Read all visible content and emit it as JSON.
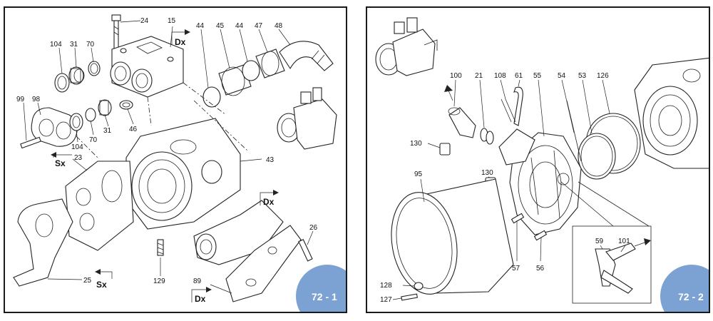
{
  "panels": [
    {
      "id": "72-1",
      "badge": "72 - 1",
      "part_numbers": [
        "24",
        "15",
        "44",
        "45",
        "44",
        "47",
        "48",
        "104",
        "31",
        "70",
        "99",
        "98",
        "104",
        "70",
        "31",
        "46",
        "23",
        "43",
        "26",
        "129",
        "25",
        "89"
      ],
      "direction_labels": [
        "Dx",
        "Sx",
        "Dx",
        "Sx",
        "Dx"
      ]
    },
    {
      "id": "72-2",
      "badge": "72 - 2",
      "part_numbers": [
        "100",
        "21",
        "108",
        "61",
        "55",
        "54",
        "53",
        "126",
        "130",
        "95",
        "130",
        "57",
        "56",
        "59",
        "101",
        "128",
        "127"
      ]
    }
  ],
  "colors": {
    "badge": "#7ba2d2",
    "border": "#1a1a1a",
    "line": "#222222"
  }
}
